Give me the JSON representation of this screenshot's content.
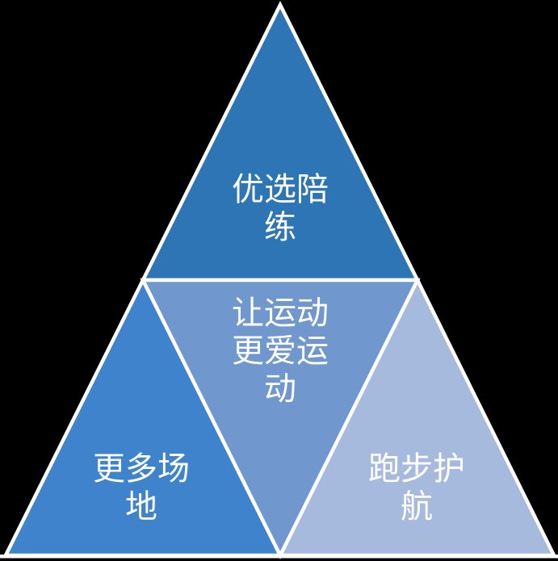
{
  "background_color": "#000000",
  "stroke_color": "#ffffff",
  "text_color": "#ffffff",
  "diagram": {
    "type": "pyramid",
    "segments": {
      "top": {
        "label": "优选陪练",
        "lines": [
          "优选陪",
          "练"
        ],
        "color": "#2e75b6"
      },
      "center": {
        "label": "让运动更爱运动",
        "lines": [
          "让运动",
          "更爱运",
          "动"
        ],
        "color": "#7097ce"
      },
      "bottom_left": {
        "label": "更多场地",
        "lines": [
          "更多场",
          "地"
        ],
        "color": "#3e83cb"
      },
      "bottom_right": {
        "label": "跑步护航",
        "lines": [
          "跑步护",
          "航"
        ],
        "color": "#a6badd"
      }
    }
  }
}
